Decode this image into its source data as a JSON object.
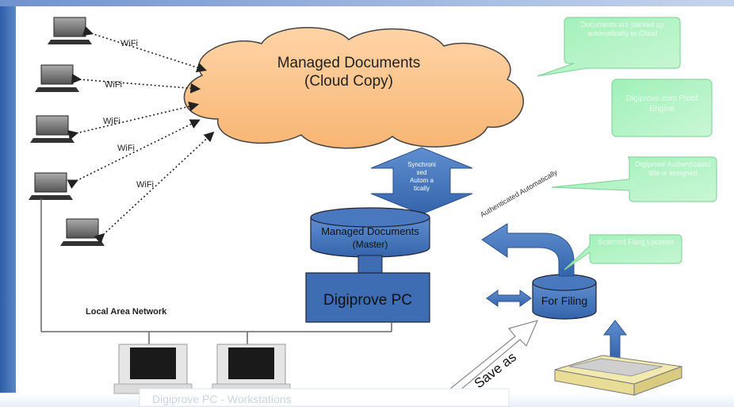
{
  "diagram": {
    "cloud": {
      "line1": "Managed Documents",
      "line2": "(Cloud Copy)"
    },
    "wifi_labels": [
      "WiFi",
      "WiFi",
      "WiFi",
      "WiFi",
      "WiFi"
    ],
    "sync_arrow_text": [
      "Synchroni",
      "sed",
      "Autom a",
      "tically"
    ],
    "db_master": {
      "line1": "Managed Documents",
      "line2": "(Master)"
    },
    "pc_label": "Digiprove PC",
    "lan_label": "Local Area Network",
    "for_filing_label": "For Filing",
    "save_as_label": "Save as",
    "auth_label": "Authenticated Automatically",
    "callouts": [
      "Documents are backed up automatically to Cloud",
      "Digiprove.com Proof Engine",
      "Digiprove Authenticated title is assigned",
      "Scanned Filing Location"
    ],
    "bottom_fragment": "Digiprove PC - Workstations"
  }
}
